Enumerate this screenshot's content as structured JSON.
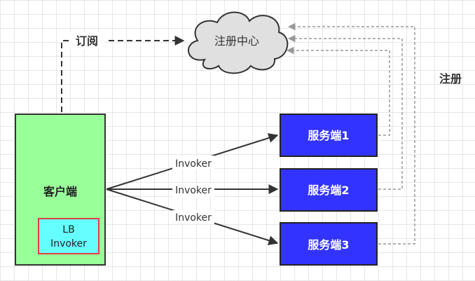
{
  "nodes": {
    "registry": "注册中心",
    "client": "客户端",
    "lb": [
      "LB",
      "Invoker"
    ],
    "servers": [
      "服务端1",
      "服务端2",
      "服务端3"
    ]
  },
  "edges": {
    "subscribe": "订阅",
    "register": "注册",
    "invoker": [
      "Invoker",
      "Invoker",
      "Invoker"
    ]
  },
  "colors": {
    "client_fill": "#99ff99",
    "server_fill": "#3333ff",
    "lb_fill": "#66ffff",
    "lb_border": "#e04040",
    "cloud_fill": "#e0e0e0",
    "line": "#333333",
    "dashed_line": "#999999"
  }
}
